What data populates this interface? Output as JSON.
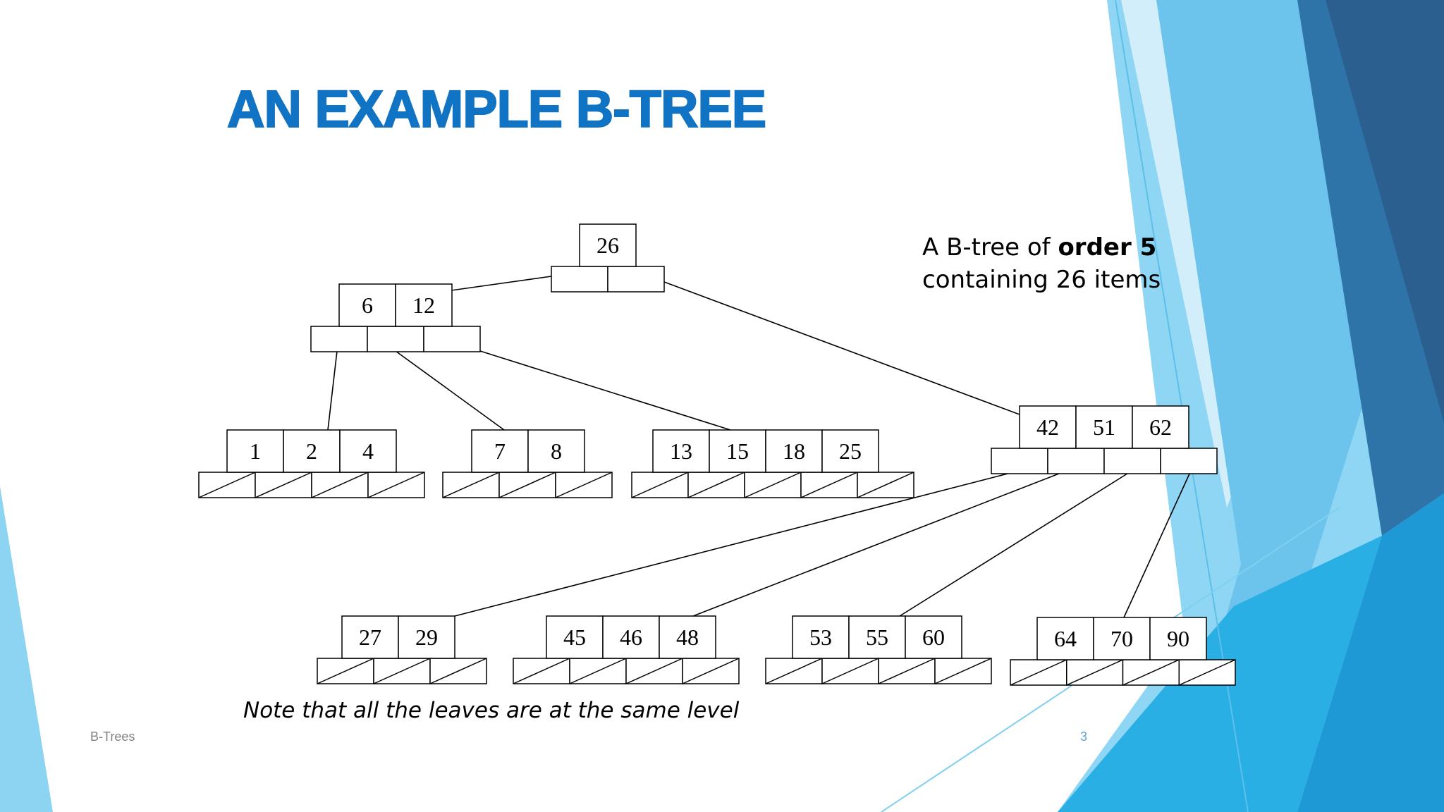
{
  "slide": {
    "title": "AN EXAMPLE B-TREE",
    "caption": {
      "line1_prefix": "A B-tree of ",
      "line1_bold": "order 5",
      "line2": "containing 26 items"
    },
    "note": "Note that all the leaves are at the same level",
    "footer_left": "B-Trees",
    "footer_right": "3"
  },
  "colors": {
    "title": "#1173c3",
    "accent_dark": "#2a6ea7",
    "accent_mid": "#2a9bd8",
    "accent_light": "#7fcbee"
  },
  "tree": {
    "root": [
      "26"
    ],
    "level1": [
      [
        "6",
        "12"
      ],
      [
        "42",
        "51",
        "62"
      ]
    ],
    "leaves": [
      [
        "1",
        "2",
        "4"
      ],
      [
        "7",
        "8"
      ],
      [
        "13",
        "15",
        "18",
        "25"
      ],
      [
        "27",
        "29"
      ],
      [
        "45",
        "46",
        "48"
      ],
      [
        "53",
        "55",
        "60"
      ],
      [
        "64",
        "70",
        "90"
      ]
    ]
  }
}
